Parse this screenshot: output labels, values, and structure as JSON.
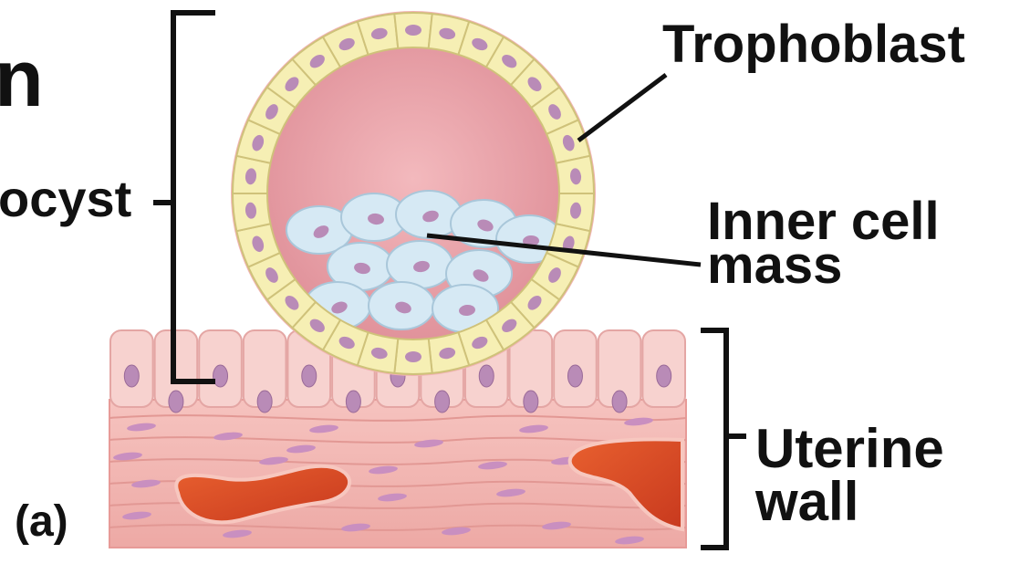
{
  "labels": {
    "partial_heading": "n",
    "blastocyst": "ocyst",
    "trophoblast": "Trophoblast",
    "inner_cell_mass_line1": "Inner cell",
    "inner_cell_mass_line2": "mass",
    "uterine_wall_line1": "Uterine",
    "uterine_wall_line2": "wall",
    "panel": "(a)"
  },
  "colors": {
    "cavity": "#e9a0a6",
    "trophoblast_cell": "#f6efb4",
    "inner_cell": "#d6e9f4",
    "nucleus": "#b98bb7",
    "uterine_cell": "#f7d2cf",
    "stroma": "#f2b7b2",
    "blood_vessel": "#dd4b2b",
    "leader_line": "#111111"
  }
}
